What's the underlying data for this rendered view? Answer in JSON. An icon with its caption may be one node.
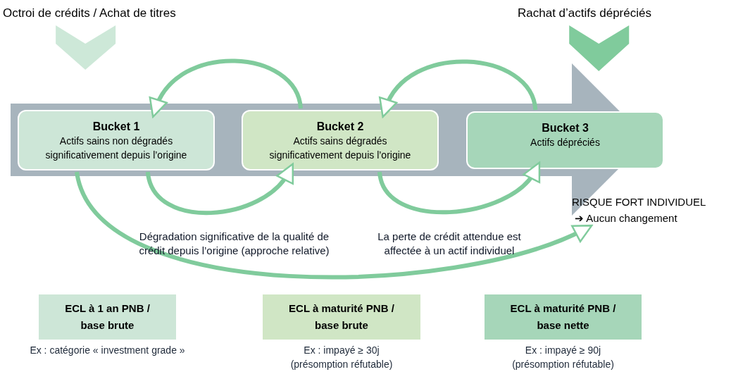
{
  "diagram": {
    "nodes": [
      {
        "text": [
          "Octroi de crédits / Achat de titres"
        ]
      },
      {
        "text": [
          "Rachat d’actifs dépréciés"
        ]
      },
      {
        "text": [],
        "shape": "arrow"
      },
      {
        "text": [
          "Bucket 1",
          "Actifs sains non dégradés significativement depuis l’origine"
        ],
        "in": 2
      },
      {
        "text": [
          "Bucket 2",
          "Actifs sains dégradés significativement depuis l’origine"
        ],
        "in": 2
      },
      {
        "text": [
          "Bucket 3",
          "Actifs dépréciés"
        ],
        "in": 2
      },
      {
        "text": [
          "RISQUE FORT INDIVIDUEL",
          "➔ Aucun changement"
        ]
      },
      {
        "text": [
          "ECL à 1 an PNB / base brute"
        ],
        "beside": [
          "Ex : catégorie « investment grade »"
        ]
      },
      {
        "text": [
          "ECL à maturité PNB / base brute"
        ],
        "beside": [
          "Ex : impayé ≥ 30j (présomption réfutable)"
        ]
      },
      {
        "text": [
          "ECL à maturité PNB / base nette"
        ],
        "beside": [
          "Ex : impayé ≥ 90j (présomption réfutable)"
        ]
      }
    ],
    "edges": [
      {
        "from": 0,
        "to": 3,
        "arrow": "to",
        "color": "#cde8d8"
      },
      {
        "from": 1,
        "to": 5,
        "arrow": "to"
      },
      {
        "from": 4,
        "to": 3,
        "arrow": "to"
      },
      {
        "from": 5,
        "to": 4,
        "arrow": "to"
      },
      {
        "from": 3,
        "to": 4,
        "arrow": "to"
      },
      {
        "from": 4,
        "to": 5,
        "arrow": "to"
      },
      {
        "from": 3,
        "to": 6,
        "arrow": "to"
      }
    ],
    "labels": [
      "Dégradation significative de la qualité de crédit depuis l’origine (approche relative)",
      "La perte de crédit attendue est affectée à un actif individuel"
    ]
  }
}
